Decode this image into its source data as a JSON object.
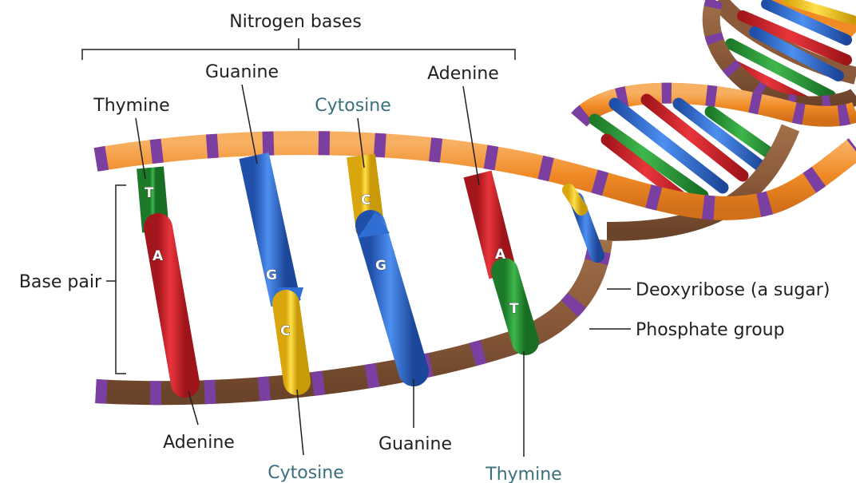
{
  "labels": {
    "nitrogen_bases": "Nitrogen bases",
    "guanine_top": "Guanine",
    "adenine_top": "Adenine",
    "thymine_top": "Thymine",
    "cytosine_top": "Cytosine",
    "base_pair": "Base pair",
    "deoxyribose": "Deoxyribose (a sugar)",
    "phosphate": "Phosphate group",
    "adenine_bottom": "Adenine",
    "cytosine_bottom": "Cytosine",
    "guanine_bottom": "Guanine",
    "thymine_bottom": "Thymine"
  },
  "base_letters": {
    "pair1_top": "T",
    "pair1_bottom": "A",
    "pair2_top": "G",
    "pair2_bottom": "C",
    "pair3_top": "C",
    "pair3_bottom": "G",
    "pair4_top": "A",
    "pair4_bottom": "T"
  },
  "colors": {
    "thymine": "#2e9a3a",
    "adenine": "#d8232a",
    "guanine": "#2f6fd4",
    "cytosine": "#f2c418",
    "sugar_top": "#f0922e",
    "sugar_bottom": "#8a5a3a",
    "phosphate": "#7a3fa0",
    "teal_label": "#3b6f7d"
  }
}
